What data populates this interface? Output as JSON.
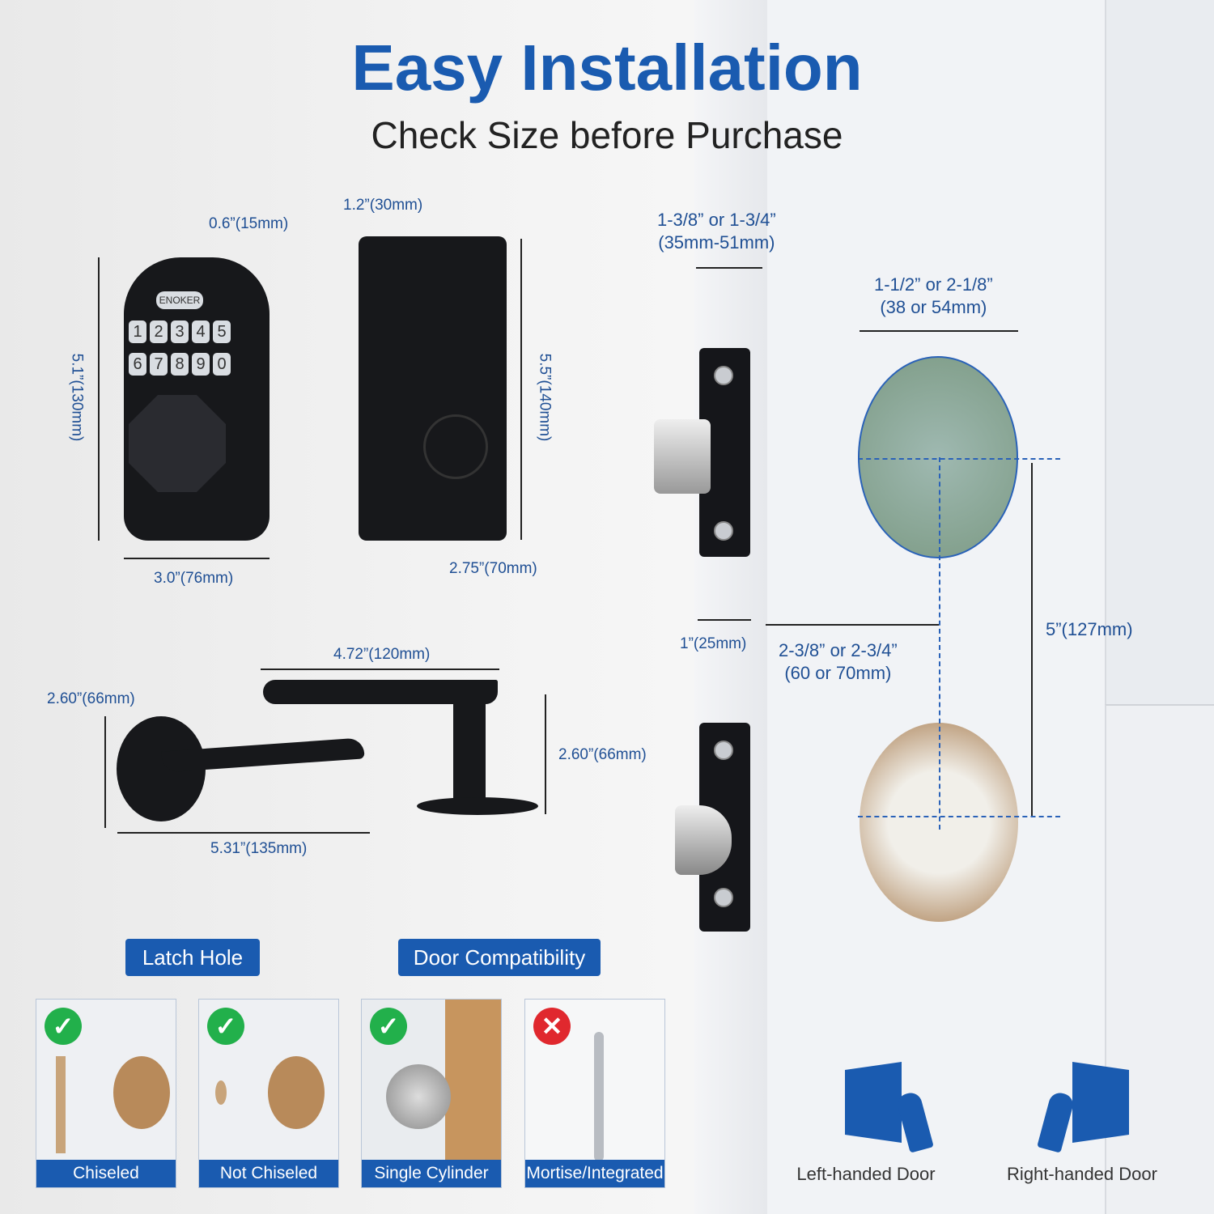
{
  "header": {
    "title": "Easy Installation",
    "subtitle": "Check Size before Purchase"
  },
  "keypad": {
    "brand": "ENOKER",
    "keys": [
      "1",
      "2",
      "3",
      "4",
      "5",
      "6",
      "7",
      "8",
      "9",
      "0"
    ]
  },
  "dimensions": {
    "front_thickness": "0.6”(15mm)",
    "front_height": "5.1”(130mm)",
    "front_width": "3.0”(76mm)",
    "back_depth": "1.2”(30mm)",
    "back_height": "5.5”(140mm)",
    "back_width": "2.75”(70mm)",
    "lever_length": "4.72”(120mm)",
    "lever_rose_height": "2.60”(66mm)",
    "lever_total_width": "5.31”(135mm)",
    "lever_side_height": "2.60”(66mm)",
    "door_thickness": [
      "1-3/8” or 1-3/4”",
      "(35mm-51mm)"
    ],
    "bore_hole": [
      "1-1/2” or 2-1/8”",
      "(38 or 54mm)"
    ],
    "latch_hole": "1”(25mm)",
    "backset": [
      "2-3/8” or 2-3/4”",
      "(60 or 70mm)"
    ],
    "center_distance": "5”(127mm)"
  },
  "sections": {
    "latch_hole": {
      "title": "Latch Hole",
      "cards": [
        {
          "label": "Chiseled",
          "ok": true
        },
        {
          "label": "Not Chiseled",
          "ok": true
        }
      ]
    },
    "door_compat": {
      "title": "Door Compatibility",
      "cards": [
        {
          "label": "Single Cylinder",
          "ok": true
        },
        {
          "label": "Mortise/Integrated",
          "ok": false
        }
      ]
    }
  },
  "handedness": [
    {
      "label": "Left-handed Door"
    },
    {
      "label": "Right-handed Door"
    }
  ],
  "colors": {
    "accent": "#1a5bb0",
    "ok": "#22b04b",
    "bad": "#e0282e"
  }
}
